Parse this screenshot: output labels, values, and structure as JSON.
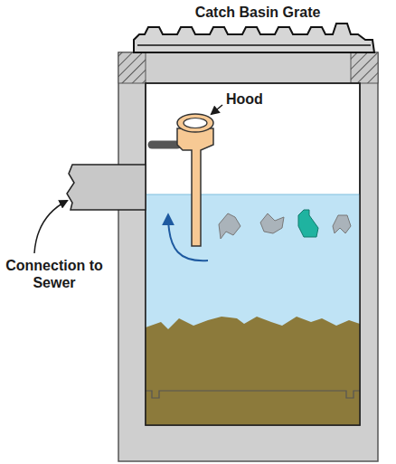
{
  "diagram": {
    "labels": [
      "Catch Basin Grate",
      "Hood",
      "Connection to Sewer"
    ]
  }
}
